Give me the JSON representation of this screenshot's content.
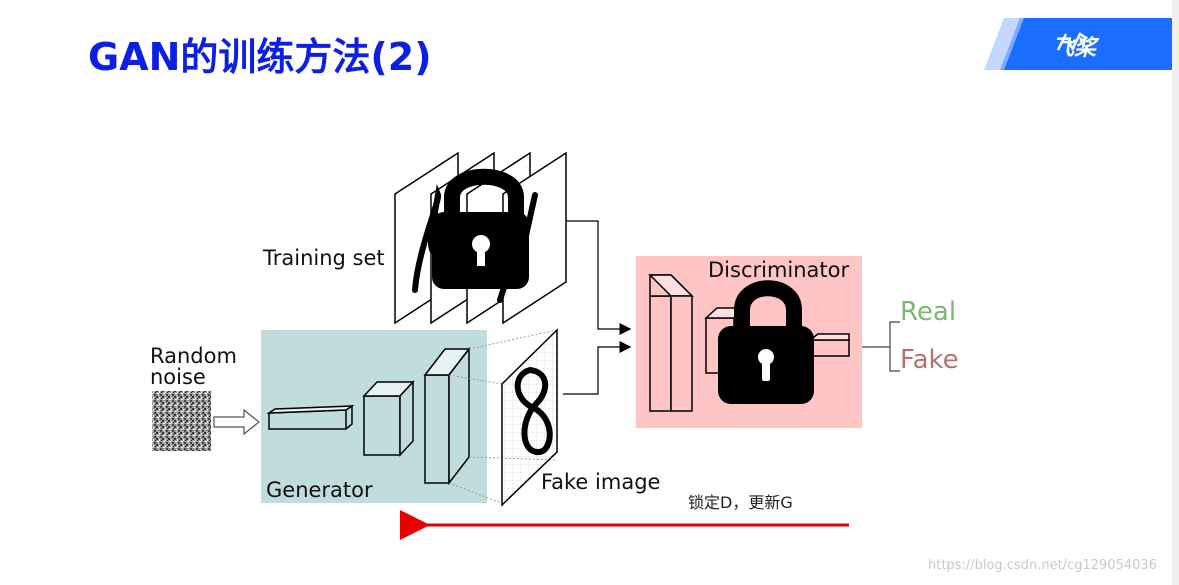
{
  "title": "GAN的训练方法(2)",
  "logo": {
    "text": "飞桨",
    "color": "#1b6dff"
  },
  "diagram": {
    "training_set_label": "Training set",
    "random_noise_label_line1": "Random",
    "random_noise_label_line2": "noise",
    "generator_label": "Generator",
    "fake_image_label": "Fake image",
    "discriminator_label": "Discriminator",
    "outputs": {
      "real": "Real",
      "fake": "Fake"
    },
    "instruction": "锁定D，更新G",
    "colors": {
      "generator_box": "#c0dcdc",
      "discriminator_box": "#ffc4c4",
      "arrow": "#e80000",
      "title": "#0d1fe6"
    }
  },
  "watermark": "https://blog.csdn.net/cg129054036"
}
